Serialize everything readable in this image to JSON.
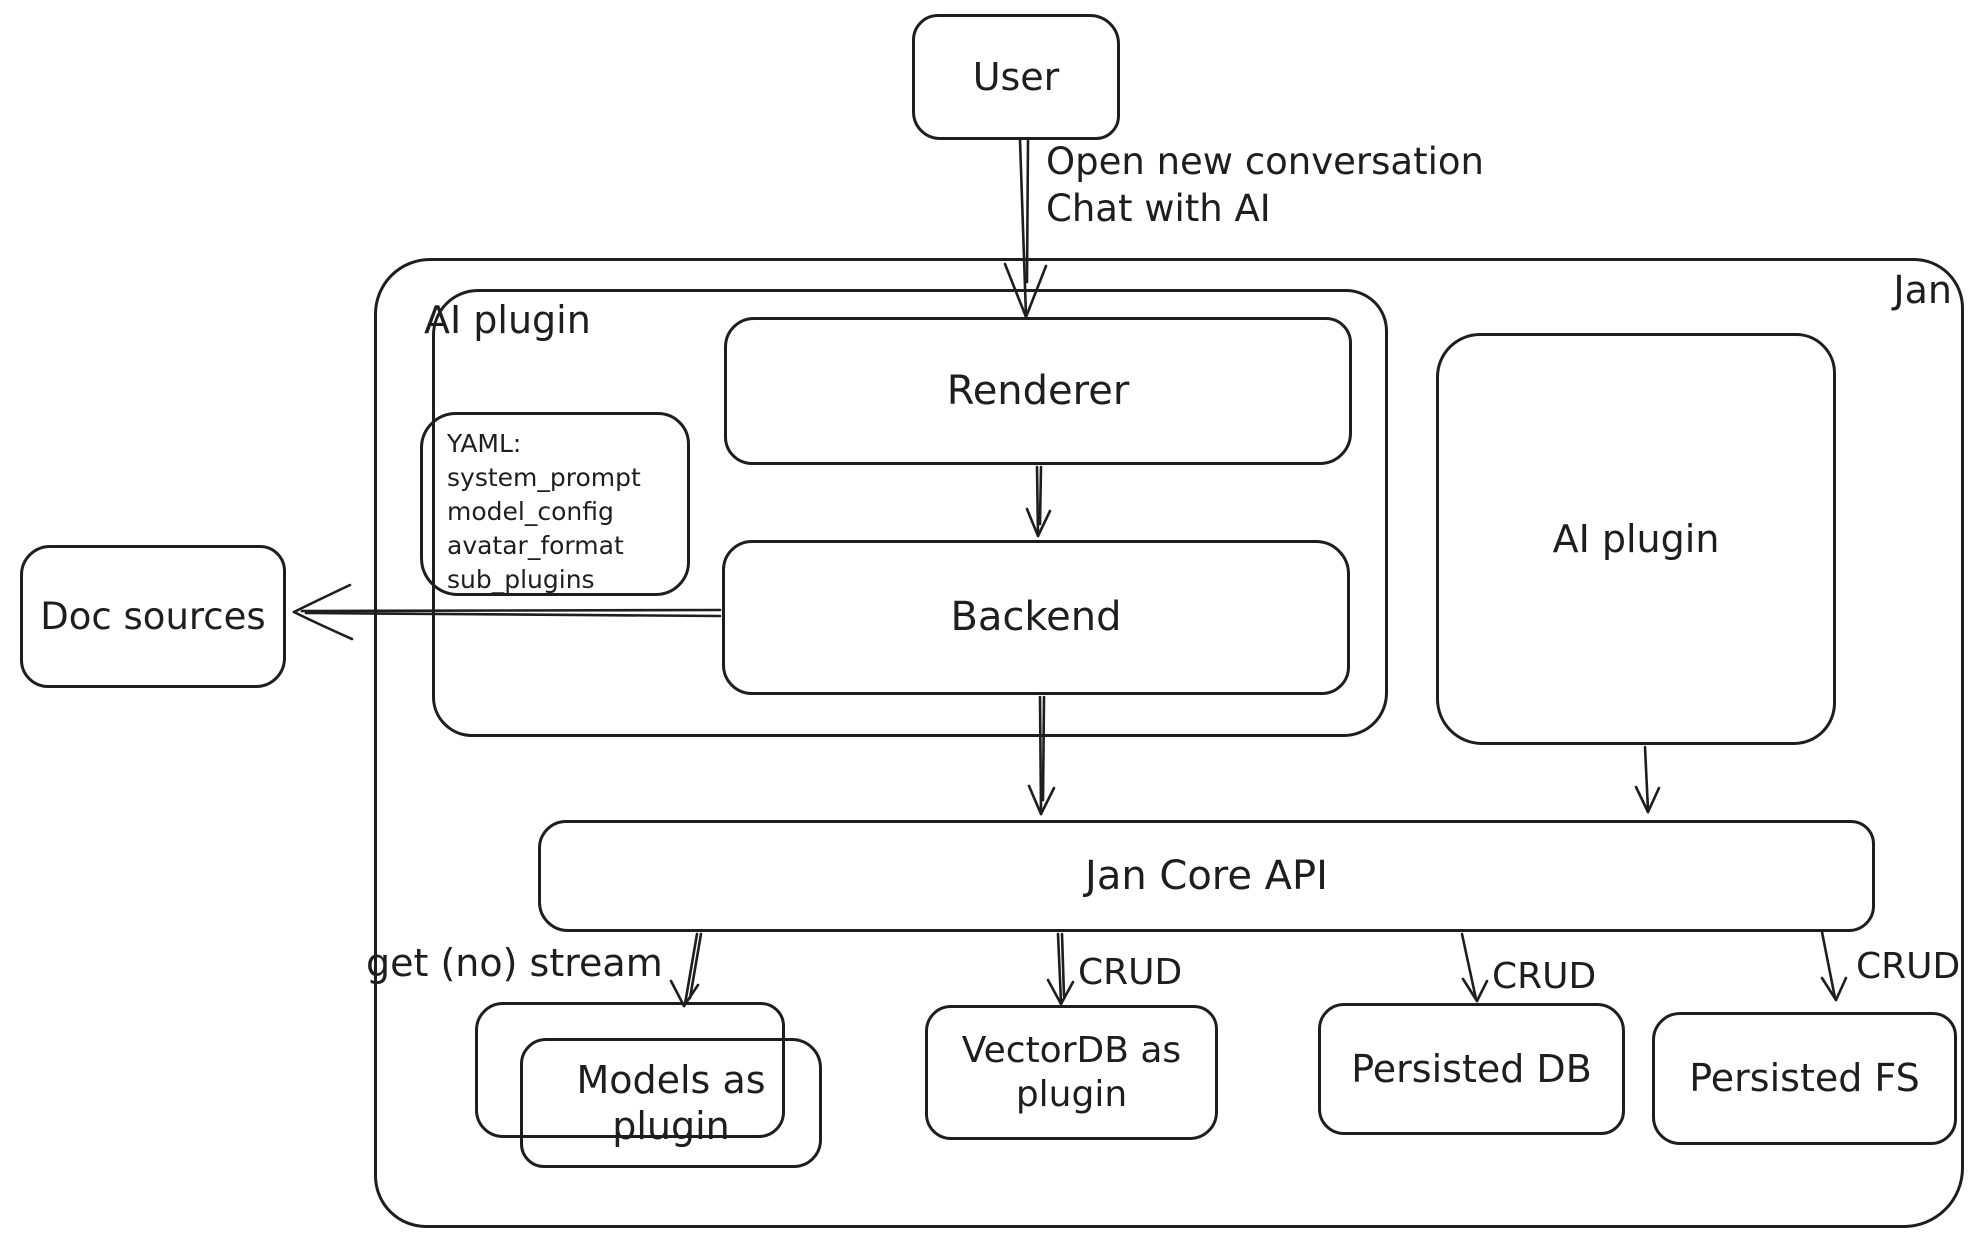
{
  "diagram_title": "Jan architecture sketch",
  "colors": {
    "stroke": "#1e1e1e",
    "background": "#ffffff"
  },
  "nodes": {
    "user": {
      "label": "User"
    },
    "jan": {
      "label": "Jan"
    },
    "ai_plugin_left": {
      "label": "AI plugin"
    },
    "renderer": {
      "label": "Renderer"
    },
    "yaml_note": {
      "label": "YAML:\nsystem_prompt\nmodel_config\navatar_format\nsub_plugins"
    },
    "backend": {
      "label": "Backend"
    },
    "doc_sources": {
      "label": "Doc sources"
    },
    "ai_plugin_right": {
      "label": "AI plugin"
    },
    "jan_core_api": {
      "label": "Jan Core API"
    },
    "models_plugin": {
      "label": "Models as plugin"
    },
    "vectordb_plugin": {
      "label": "VectorDB as plugin"
    },
    "persisted_db": {
      "label": "Persisted DB"
    },
    "persisted_fs": {
      "label": "Persisted FS"
    }
  },
  "edges": {
    "user_to_renderer": {
      "label": "Open new conversation\nChat with AI"
    },
    "core_to_models": {
      "label": "get (no) stream"
    },
    "core_to_vectordb": {
      "label": "CRUD"
    },
    "core_to_persisted_db": {
      "label": "CRUD"
    },
    "core_to_persisted_fs": {
      "label": "CRUD"
    }
  }
}
